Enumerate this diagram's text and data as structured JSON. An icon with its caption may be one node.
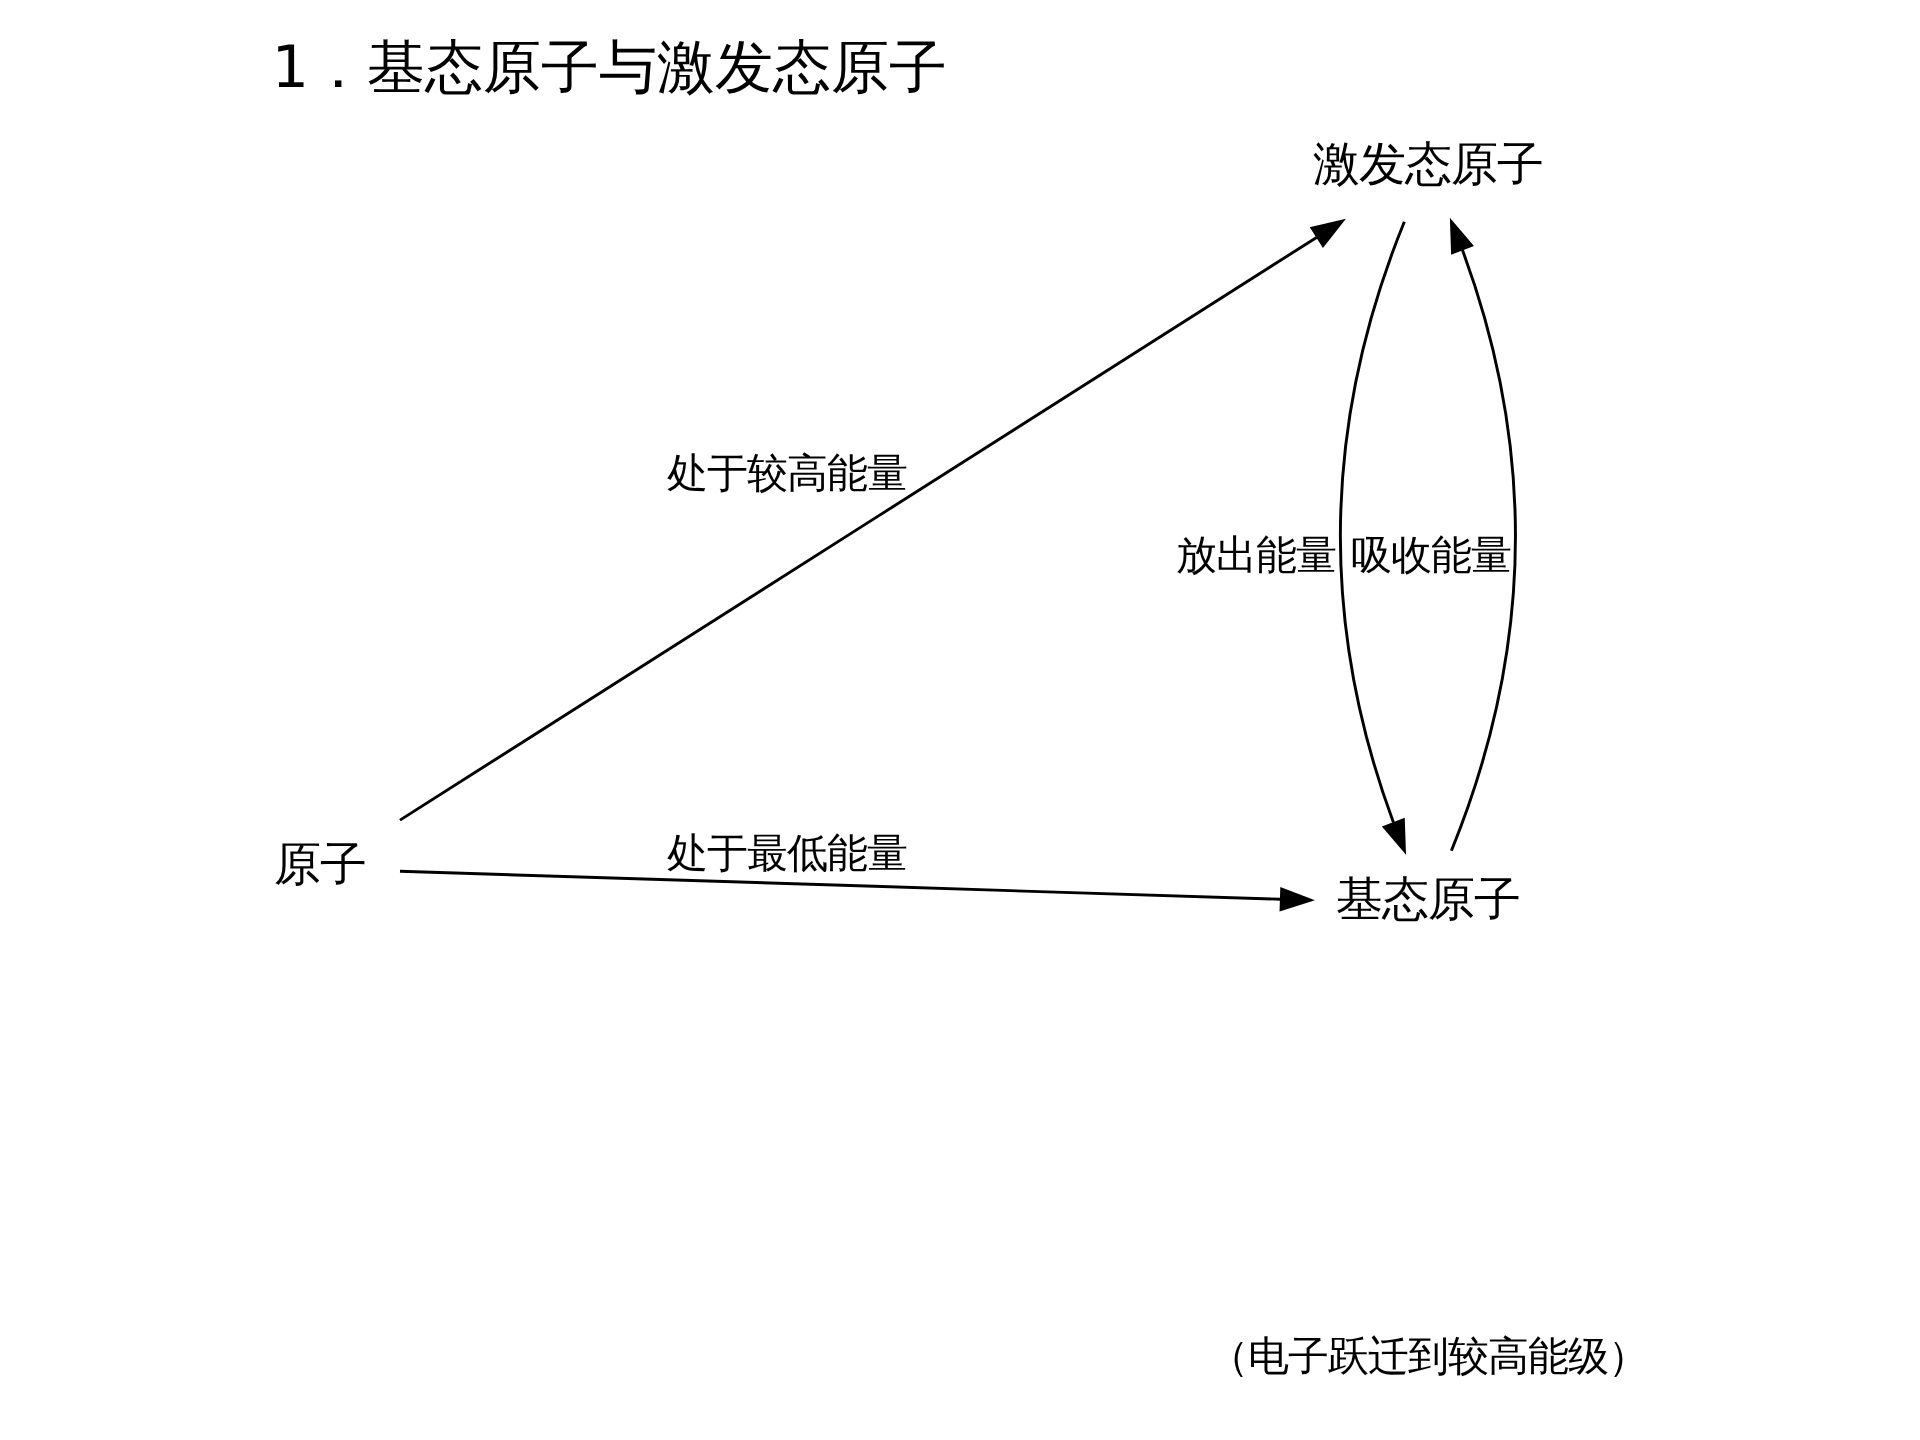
{
  "diagram": {
    "title": "1．基态原子与激发态原子",
    "nodes": [
      {
        "text": [
          "原子"
        ]
      },
      {
        "text": [
          "基态原子"
        ]
      },
      {
        "text": [
          "激发态原子"
        ]
      }
    ],
    "edges": [
      {
        "from": 0,
        "to": 1,
        "arrow": "to",
        "label": "处于最低能量"
      },
      {
        "from": 0,
        "to": 2,
        "arrow": "to",
        "label": "处于较高能量"
      },
      {
        "from": 1,
        "to": 2,
        "arrow": "to",
        "label": "吸收能量"
      },
      {
        "from": 2,
        "to": 1,
        "arrow": "to",
        "label": "放出能量"
      }
    ],
    "labels": [
      "（电子跃迁到较高能级）"
    ]
  }
}
